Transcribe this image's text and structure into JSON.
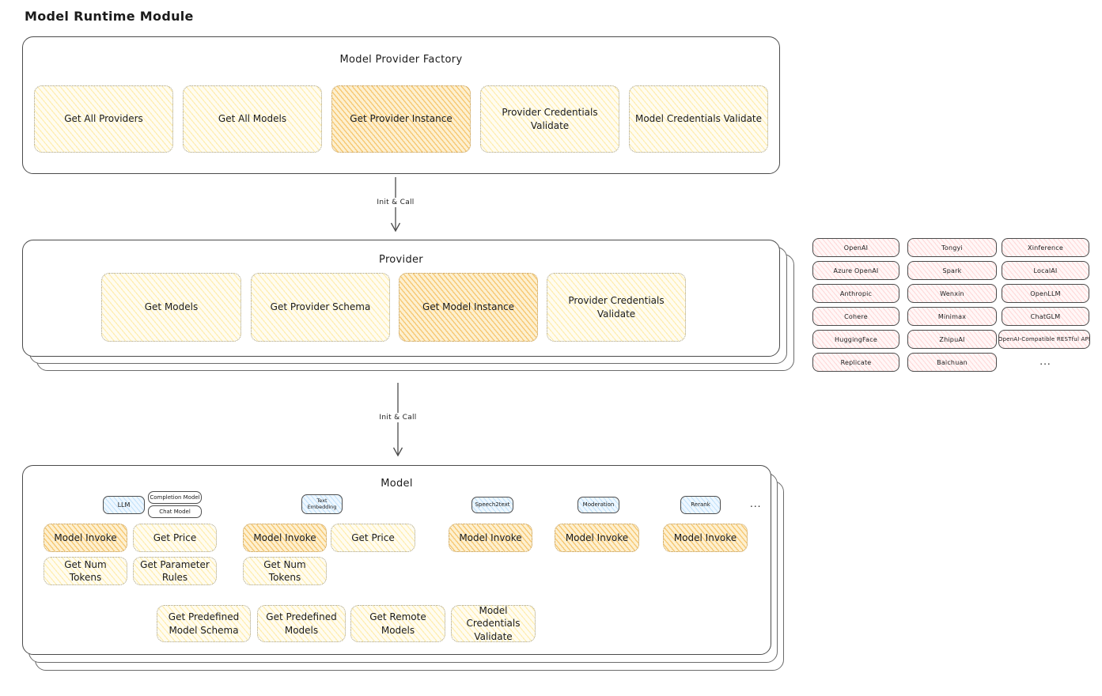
{
  "title": "Model Runtime Module",
  "colors": {
    "highlight_fill": "#f7c873",
    "plain_fill": "#fff3c4",
    "provider_chip_fill": "#ffd9d9",
    "tag_fill": "#c3e2fa",
    "stroke": "#4b4b4b"
  },
  "connections": {
    "factory_to_provider": "Init & Call",
    "provider_to_model": "Init & Call"
  },
  "factory": {
    "label": "Model Provider Factory",
    "buttons": [
      {
        "label": "Get All Providers",
        "highlighted": false
      },
      {
        "label": "Get All Models",
        "highlighted": false
      },
      {
        "label": "Get Provider Instance",
        "highlighted": true
      },
      {
        "label": "Provider Credentials Validate",
        "highlighted": false
      },
      {
        "label": "Model Credentials Validate",
        "highlighted": false
      }
    ]
  },
  "provider": {
    "label": "Provider",
    "buttons": [
      {
        "label": "Get Models",
        "highlighted": false
      },
      {
        "label": "Get Provider Schema",
        "highlighted": false
      },
      {
        "label": "Get Model Instance",
        "highlighted": true
      },
      {
        "label": "Provider Credentials Validate",
        "highlighted": false
      }
    ]
  },
  "providers_grid": {
    "items": [
      "OpenAI",
      "Tongyi",
      "Xinference",
      "Azure OpenAI",
      "Spark",
      "LocalAI",
      "Anthropic",
      "Wenxin",
      "OpenLLM",
      "Cohere",
      "Minimax",
      "ChatGLM",
      "HuggingFace",
      "ZhipuAI",
      "OpenAI-Compatible RESTful API",
      "Replicate",
      "Baichuan"
    ],
    "more": "..."
  },
  "model": {
    "label": "Model",
    "tags": {
      "llm": "LLM",
      "completion_model": "Completion Model",
      "chat_model": "Chat Model",
      "text_embedding": "Text Embedding",
      "speech2text": "Speech2text",
      "moderation": "Moderation",
      "rerank": "Rerank",
      "more": "..."
    },
    "llm_group": {
      "invoke": "Model Invoke",
      "price": "Get Price",
      "num_tokens": "Get Num Tokens",
      "parameter_rules": "Get Parameter Rules"
    },
    "embedding_group": {
      "invoke": "Model Invoke",
      "price": "Get Price",
      "num_tokens": "Get Num Tokens"
    },
    "speech2text_group": {
      "invoke": "Model Invoke"
    },
    "moderation_group": {
      "invoke": "Model Invoke"
    },
    "rerank_group": {
      "invoke": "Model Invoke"
    },
    "common": {
      "predefined_schema": "Get Predefined Model Schema",
      "predefined_models": "Get Predefined Models",
      "remote_models": "Get Remote Models",
      "credentials_validate": "Model Credentials Validate"
    }
  }
}
